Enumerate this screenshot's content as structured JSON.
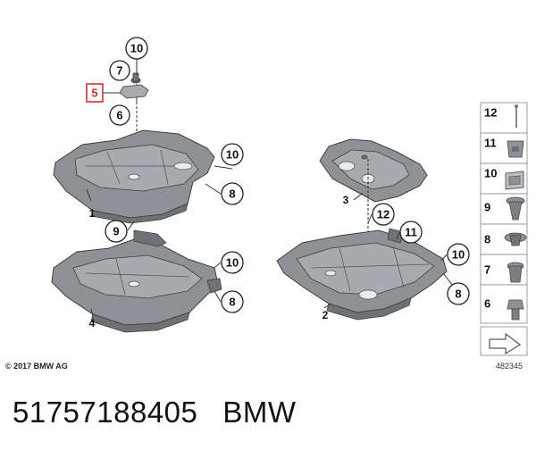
{
  "diagram": {
    "callouts": {
      "c10a": "10",
      "c7": "7",
      "c5": "5",
      "c6": "6",
      "c1": "1",
      "c10b": "10",
      "c8a": "8",
      "c9": "9",
      "c4": "4",
      "c10c": "10",
      "c8b": "8",
      "c3": "3",
      "c12": "12",
      "c11": "11",
      "c10d": "10",
      "c8c": "8",
      "c2": "2"
    },
    "legend": [
      "12",
      "11",
      "10",
      "9",
      "8",
      "7",
      "6"
    ],
    "highlight_color": "#d9302c",
    "panel_color": "#8e9296"
  },
  "footer": {
    "copyright": "© 2017 BMW AG",
    "drawing_number": "482345"
  },
  "caption": {
    "part_number": "51757188405",
    "brand": "BMW"
  }
}
